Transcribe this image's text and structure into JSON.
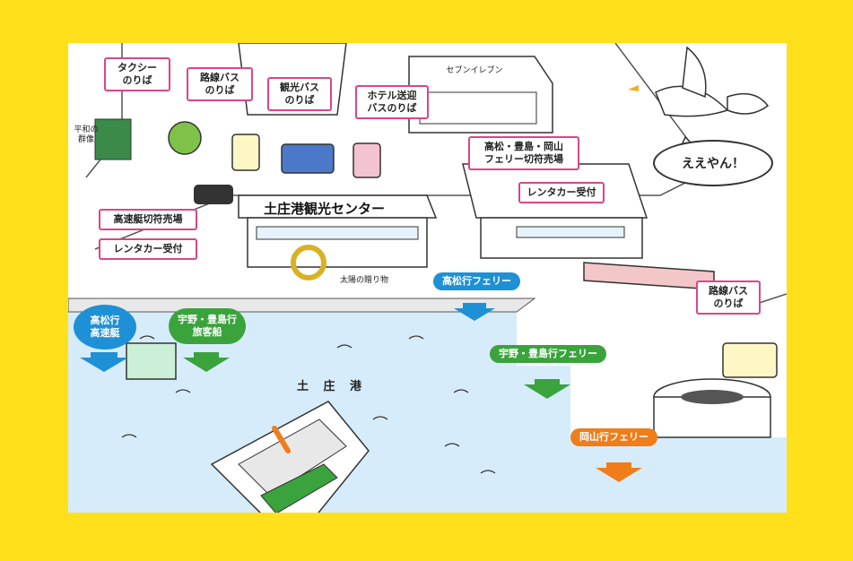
{
  "labels": {
    "taxi": "タクシー\nのりば",
    "route_bus_left": "路線バス\nのりば",
    "sightseeing_bus": "観光バス\nのりば",
    "hotel_bus": "ホテル送迎\nバスのりば",
    "seven_eleven": "セブンイレブン",
    "heiwa": "平和の\n群像",
    "center": "土庄港観光センター",
    "speedboat_ticket": "高速艇切符売場",
    "rentacar_left": "レンタカー受付",
    "ferry_ticket": "高松・豊島・岡山\nフェリー切符売場",
    "rentacar_right": "レンタカー受付",
    "sun_gift": "太陽の贈り物",
    "route_bus_right": "路線バス\nのりば",
    "seagull_speech": "ええやん！",
    "port_name": "土 庄 港"
  },
  "berths": {
    "takamatsu_ferry": "高松行フェリー",
    "takamatsu_speedboat": "高松行\n高速艇",
    "uno_teshima_passenger": "宇野・豊島行\n旅客船",
    "uno_teshima_ferry": "宇野・豊島行フェリー",
    "okayama_ferry": "岡山行フェリー"
  },
  "colors": {
    "frame": "#ffe01b",
    "label_border": "#d9468a",
    "blue": "#1e90d6",
    "green": "#3aa33c",
    "orange": "#ef7d1a",
    "sea": "#d6ecfb"
  },
  "icons": {
    "arrow_down": "arrow-down-icon",
    "car": "car-icon",
    "seagull": "seagull-icon"
  }
}
